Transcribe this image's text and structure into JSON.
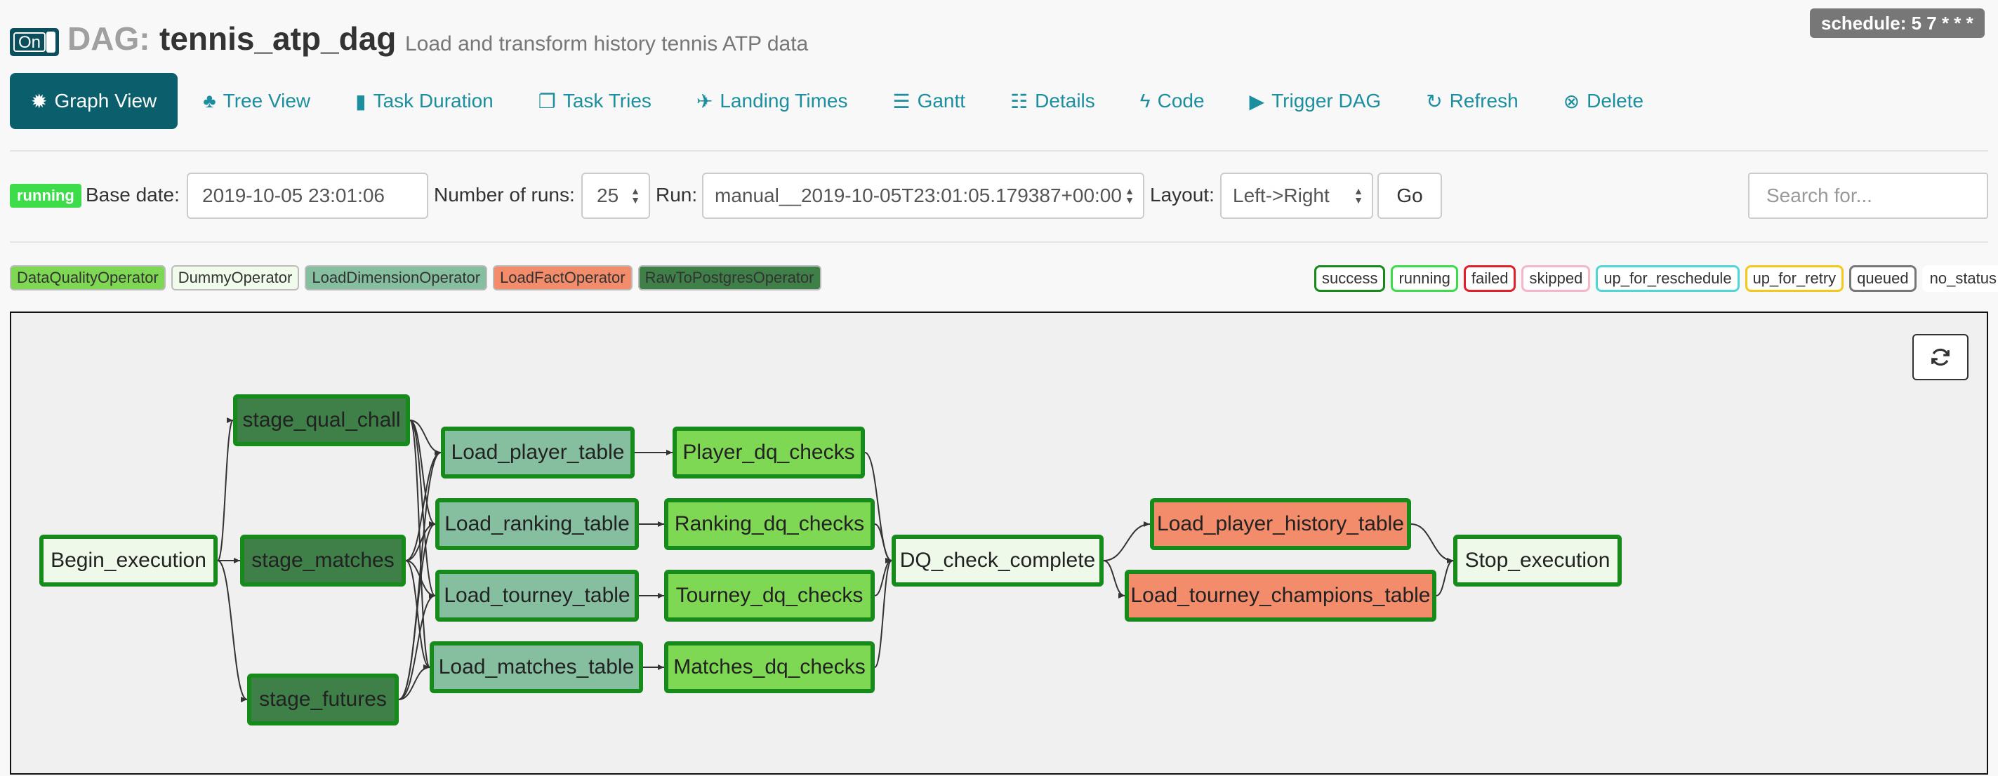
{
  "header": {
    "toggle_label": "On",
    "dag_prefix": "DAG:",
    "dag_name": "tennis_atp_dag",
    "dag_description": "Load and transform history tennis ATP data",
    "schedule": "schedule: 5 7 * * *"
  },
  "nav": [
    {
      "label": "Graph View",
      "icon": "sun-icon",
      "glyph": "✹",
      "active": true
    },
    {
      "label": "Tree View",
      "icon": "tree-icon",
      "glyph": "♣"
    },
    {
      "label": "Task Duration",
      "icon": "bar-chart-icon",
      "glyph": "▮"
    },
    {
      "label": "Task Tries",
      "icon": "files-icon",
      "glyph": "❐"
    },
    {
      "label": "Landing Times",
      "icon": "plane-icon",
      "glyph": "✈"
    },
    {
      "label": "Gantt",
      "icon": "align-left-icon",
      "glyph": "☰"
    },
    {
      "label": "Details",
      "icon": "list-icon",
      "glyph": "☷"
    },
    {
      "label": "Code",
      "icon": "flash-icon",
      "glyph": "ϟ"
    },
    {
      "label": "Trigger DAG",
      "icon": "play-circle-icon",
      "glyph": "▶"
    },
    {
      "label": "Refresh",
      "icon": "refresh-icon",
      "glyph": "↻"
    },
    {
      "label": "Delete",
      "icon": "remove-circle-icon",
      "glyph": "⊗"
    }
  ],
  "controls": {
    "state_badge": "running",
    "base_date_label": "Base date:",
    "base_date_value": "2019-10-05 23:01:06",
    "num_runs_label": "Number of runs:",
    "num_runs_value": "25",
    "run_label": "Run:",
    "run_value": "manual__2019-10-05T23:01:05.179387+00:00",
    "layout_label": "Layout:",
    "layout_value": "Left->Right",
    "go_label": "Go",
    "search_placeholder": "Search for..."
  },
  "operators": [
    {
      "label": "DataQualityOperator",
      "color": "#7fd854"
    },
    {
      "label": "DummyOperator",
      "color": "#f0fbec"
    },
    {
      "label": "LoadDimensionOperator",
      "color": "#86bea0"
    },
    {
      "label": "LoadFactOperator",
      "color": "#f28c6b"
    },
    {
      "label": "RawToPostgresOperator",
      "color": "#3f7f48"
    }
  ],
  "states": [
    {
      "label": "success",
      "color": "#168a1a"
    },
    {
      "label": "running",
      "color": "#3cdc4a"
    },
    {
      "label": "failed",
      "color": "#e0202a"
    },
    {
      "label": "skipped",
      "color": "#f5b7c8"
    },
    {
      "label": "up_for_reschedule",
      "color": "#4fd6d6"
    },
    {
      "label": "up_for_retry",
      "color": "#f4c71a"
    },
    {
      "label": "queued",
      "color": "#777777"
    },
    {
      "label": "no_status",
      "color": "#ffffff"
    }
  ],
  "graph": {
    "nodes": [
      {
        "id": "Begin_execution",
        "label": "Begin_execution",
        "color": "#eef9ea"
      },
      {
        "id": "stage_qual_chall",
        "label": "stage_qual_chall",
        "color": "#3f7f48"
      },
      {
        "id": "stage_matches",
        "label": "stage_matches",
        "color": "#3f7f48"
      },
      {
        "id": "stage_futures",
        "label": "stage_futures",
        "color": "#3f7f48"
      },
      {
        "id": "Load_player_table",
        "label": "Load_player_table",
        "color": "#86bea0"
      },
      {
        "id": "Load_ranking_table",
        "label": "Load_ranking_table",
        "color": "#86bea0"
      },
      {
        "id": "Load_tourney_table",
        "label": "Load_tourney_table",
        "color": "#86bea0"
      },
      {
        "id": "Load_matches_table",
        "label": "Load_matches_table",
        "color": "#86bea0"
      },
      {
        "id": "Player_dq_checks",
        "label": "Player_dq_checks",
        "color": "#7fd854"
      },
      {
        "id": "Ranking_dq_checks",
        "label": "Ranking_dq_checks",
        "color": "#7fd854"
      },
      {
        "id": "Tourney_dq_checks",
        "label": "Tourney_dq_checks",
        "color": "#7fd854"
      },
      {
        "id": "Matches_dq_checks",
        "label": "Matches_dq_checks",
        "color": "#7fd854"
      },
      {
        "id": "DQ_check_complete",
        "label": "DQ_check_complete",
        "color": "#eef9ea"
      },
      {
        "id": "Load_player_history_table",
        "label": "Load_player_history_table",
        "color": "#f28c6b"
      },
      {
        "id": "Load_tourney_champions_table",
        "label": "Load_tourney_champions_table",
        "color": "#f28c6b"
      },
      {
        "id": "Stop_execution",
        "label": "Stop_execution",
        "color": "#eef9ea"
      }
    ]
  }
}
